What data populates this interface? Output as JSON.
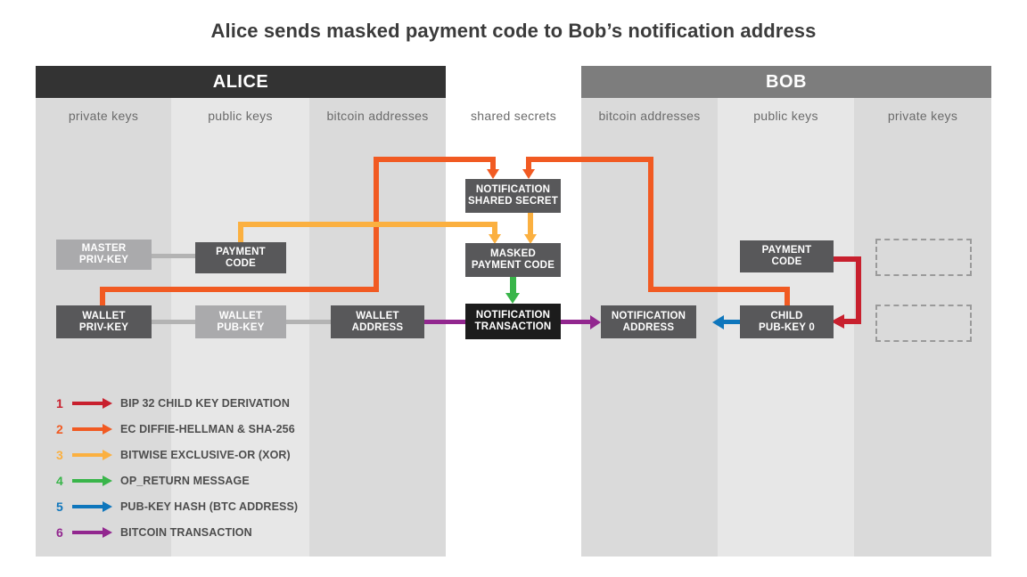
{
  "title": "Alice sends masked payment code to Bob’s notification address",
  "parties": [
    {
      "name": "ALICE",
      "color": "#333333"
    },
    {
      "name": "BOB",
      "color": "#7d7d7d"
    }
  ],
  "columns": [
    {
      "label": "private keys",
      "side": "alice"
    },
    {
      "label": "public keys",
      "side": "alice"
    },
    {
      "label": "bitcoin addresses",
      "side": "alice"
    },
    {
      "label": "shared secrets",
      "side": "shared"
    },
    {
      "label": "bitcoin addresses",
      "side": "bob"
    },
    {
      "label": "public keys",
      "side": "bob"
    },
    {
      "label": "private keys",
      "side": "bob"
    }
  ],
  "nodes": {
    "alice_master_privkey": {
      "line1": "MASTER",
      "line2": "PRIV-KEY"
    },
    "alice_payment_code": {
      "line1": "PAYMENT",
      "line2": "CODE"
    },
    "alice_wallet_privkey": {
      "line1": "WALLET",
      "line2": "PRIV-KEY"
    },
    "alice_wallet_pubkey": {
      "line1": "WALLET",
      "line2": "PUB-KEY"
    },
    "alice_wallet_address": {
      "line1": "WALLET",
      "line2": "ADDRESS"
    },
    "notification_secret": {
      "line1": "NOTIFICATION",
      "line2": "SHARED SECRET"
    },
    "masked_payment_code": {
      "line1": "MASKED",
      "line2": "PAYMENT CODE"
    },
    "notification_tx": {
      "line1": "NOTIFICATION",
      "line2": "TRANSACTION"
    },
    "bob_notification_addr": {
      "line1": "NOTIFICATION",
      "line2": "ADDRESS"
    },
    "bob_child_pubkey": {
      "line1": "CHILD",
      "line2": "PUB-KEY  0"
    },
    "bob_payment_code": {
      "line1": "PAYMENT",
      "line2": "CODE"
    }
  },
  "colors": {
    "red": "#c8202e",
    "orange": "#f15a22",
    "yellow": "#fbb040",
    "green": "#39b54a",
    "blue": "#0e76bc",
    "purple": "#92278f",
    "grey_link": "#b3b3b3"
  },
  "legend": [
    {
      "num": "1",
      "label": "BIP 32 CHILD KEY DERIVATION",
      "color": "#c8202e"
    },
    {
      "num": "2",
      "label": "EC DIFFIE-HELLMAN & SHA-256",
      "color": "#f15a22"
    },
    {
      "num": "3",
      "label": "BITWISE EXCLUSIVE-OR (XOR)",
      "color": "#fbb040"
    },
    {
      "num": "4",
      "label": "OP_RETURN MESSAGE",
      "color": "#39b54a"
    },
    {
      "num": "5",
      "label": "PUB-KEY HASH (BTC ADDRESS)",
      "color": "#0e76bc"
    },
    {
      "num": "6",
      "label": "BITCOIN TRANSACTION",
      "color": "#92278f"
    }
  ]
}
